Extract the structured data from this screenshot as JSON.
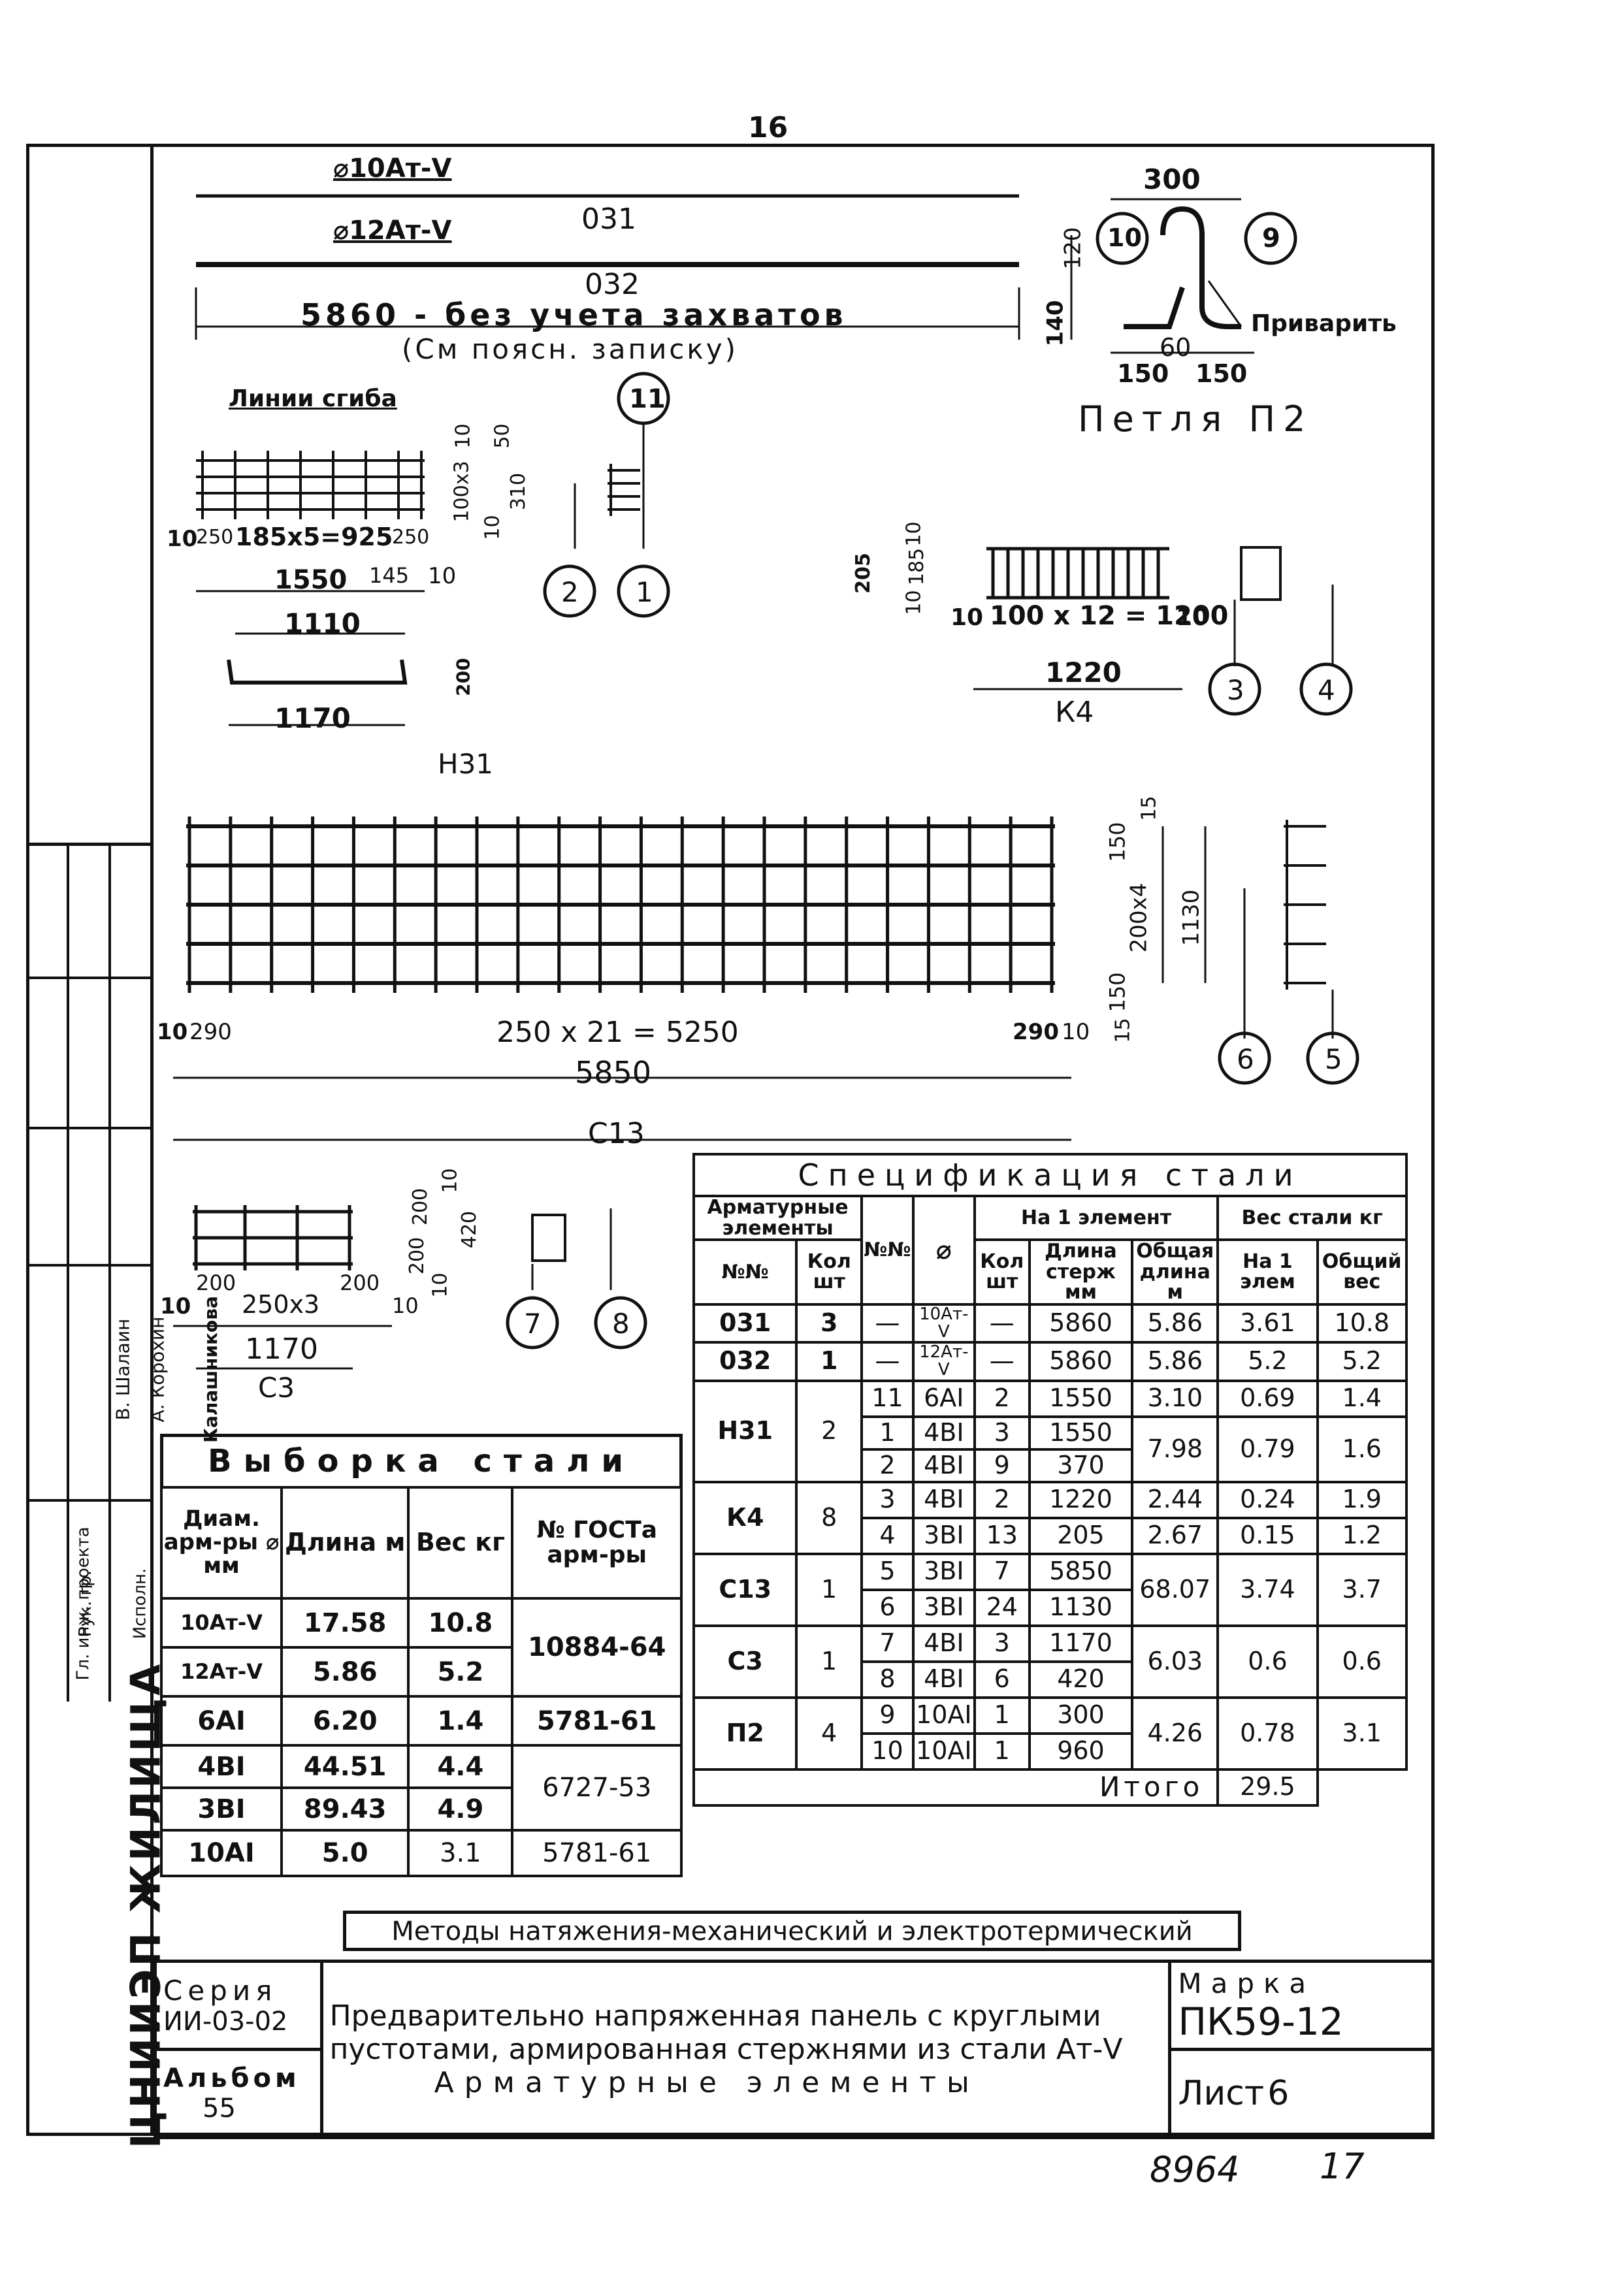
{
  "page_number": "16",
  "bar_031": {
    "diameter": "⌀10Aт-Ⅴ",
    "mark": "031"
  },
  "bar_032": {
    "diameter": "⌀12Aт-Ⅴ",
    "mark": "032",
    "length_note": "5860 - без учета захватов",
    "note_ref": "(См поясн. записку)"
  },
  "loop_p2": {
    "dims": {
      "top": "300",
      "h1": "120",
      "h2": "140",
      "bend": "60",
      "left": "150",
      "right": "150"
    },
    "pos_a": "10",
    "pos_b": "9",
    "weld_note": "Приварить",
    "title": "Петля П2"
  },
  "mesh_n31": {
    "bend_lines": "Линии сгиба",
    "spacing": "185x5=925",
    "edge_a": "10",
    "edge_b": "250",
    "edge_c": "250",
    "side_dims": [
      "10",
      "50",
      "100x3",
      "10",
      "310"
    ],
    "len_1550": "1550",
    "len_145": "145",
    "len_10": "10",
    "len_1110": "1110",
    "len_1170": "1170",
    "h_200": "200",
    "pos_11": "11",
    "pos_2": "2",
    "pos_1": "1",
    "mark": "Н31"
  },
  "cage_k4": {
    "side_dims": [
      "205",
      "10",
      "185",
      "10"
    ],
    "spacing": "100 x 12 = 1200",
    "edge_l": "10",
    "edge_r": "10",
    "len": "1220",
    "pos_3": "3",
    "pos_4": "4",
    "mark": "К4"
  },
  "mesh_s13": {
    "spacing": "250 x 21 = 5250",
    "edge_l": "10",
    "edge_l2": "290",
    "edge_r2": "290",
    "edge_r": "10",
    "len": "5850",
    "side_dims": [
      "15",
      "150",
      "200x4",
      "1130",
      "150",
      "15"
    ],
    "pos_6": "6",
    "pos_5": "5",
    "mark": "С13"
  },
  "mesh_s3": {
    "side_dims": [
      "10",
      "200",
      "200",
      "420",
      "10"
    ],
    "spacing": "250x3",
    "edge_l": "10",
    "edge_l2": "200",
    "edge_r2": "200",
    "edge_r": "10",
    "len": "1170",
    "pos_7": "7",
    "pos_8": "8",
    "mark": "С3"
  },
  "spec": {
    "title": "Спецификация стали",
    "hdr_elements": "Арматурные элементы",
    "hdr_nn": "№№",
    "hdr_phi": "⌀",
    "hdr_per_el": "На 1 элемент",
    "hdr_weight": "Вес стали кг",
    "hdr_mark": "№№",
    "hdr_qty": "Кол шт",
    "hdr_pos": "стерж",
    "hdr_mm": "мм",
    "hdr_qty2": "Кол шт",
    "hdr_len_rod": "Длина стерж мм",
    "hdr_len_total": "Общая длина м",
    "hdr_w_one": "На 1 элем",
    "hdr_w_total": "Общий вес",
    "rows": [
      {
        "mark": "031",
        "qty": "3",
        "pos": "—",
        "phi": "10Aт-Ⅴ",
        "n": "—",
        "len": "5860",
        "total": "5.86",
        "w1": "3.61",
        "wall": "10.8"
      },
      {
        "mark": "032",
        "qty": "1",
        "pos": "—",
        "phi": "12Aт-Ⅴ",
        "n": "—",
        "len": "5860",
        "total": "5.86",
        "w1": "5.2",
        "wall": "5.2"
      },
      {
        "mark": "Н31",
        "qty": "2",
        "pos": "11",
        "phi": "6AⅠ",
        "n": "2",
        "len": "1550",
        "total": "3.10",
        "w1": "0.69",
        "wall": "1.4"
      },
      {
        "mark": "",
        "qty": "",
        "pos": "1",
        "phi": "4BⅠ",
        "n": "3",
        "len": "1550",
        "total": "7.98",
        "w1": "0.79",
        "wall": "1.6"
      },
      {
        "mark": "",
        "qty": "",
        "pos": "2",
        "phi": "4BⅠ",
        "n": "9",
        "len": "370",
        "total": "",
        "w1": "",
        "wall": ""
      },
      {
        "mark": "К4",
        "qty": "8",
        "pos": "3",
        "phi": "4BⅠ",
        "n": "2",
        "len": "1220",
        "total": "2.44",
        "w1": "0.24",
        "wall": "1.9"
      },
      {
        "mark": "",
        "qty": "",
        "pos": "4",
        "phi": "3BⅠ",
        "n": "13",
        "len": "205",
        "total": "2.67",
        "w1": "0.15",
        "wall": "1.2"
      },
      {
        "mark": "С13",
        "qty": "1",
        "pos": "5",
        "phi": "3BⅠ",
        "n": "7",
        "len": "5850",
        "total": "68.07",
        "w1": "3.74",
        "wall": "3.7"
      },
      {
        "mark": "",
        "qty": "",
        "pos": "6",
        "phi": "3BⅠ",
        "n": "24",
        "len": "1130",
        "total": "",
        "w1": "",
        "wall": ""
      },
      {
        "mark": "С3",
        "qty": "1",
        "pos": "7",
        "phi": "4BⅠ",
        "n": "3",
        "len": "1170",
        "total": "6.03",
        "w1": "0.6",
        "wall": "0.6"
      },
      {
        "mark": "",
        "qty": "",
        "pos": "8",
        "phi": "4BⅠ",
        "n": "6",
        "len": "420",
        "total": "",
        "w1": "",
        "wall": ""
      },
      {
        "mark": "П2",
        "qty": "4",
        "pos": "9",
        "phi": "10AⅠ",
        "n": "1",
        "len": "300",
        "total": "4.26",
        "w1": "0.78",
        "wall": "3.1"
      },
      {
        "mark": "",
        "qty": "",
        "pos": "10",
        "phi": "10AⅠ",
        "n": "1",
        "len": "960",
        "total": "",
        "w1": "",
        "wall": ""
      }
    ],
    "total_label": "Итого",
    "total_value": "29.5"
  },
  "selection": {
    "title": "Выборка стали",
    "hdr_diam": "Диам. арм-ры ⌀ мм",
    "hdr_len": "Длина м",
    "hdr_weight": "Вес кг",
    "hdr_gost": "№ ГОСТа арм-ры",
    "rows": [
      {
        "d": "10Aт-Ⅴ",
        "len": "17.58",
        "w": "10.8",
        "gost": "10884-64"
      },
      {
        "d": "12Aт-Ⅴ",
        "len": "5.86",
        "w": "5.2",
        "gost": ""
      },
      {
        "d": "6AⅠ",
        "len": "6.20",
        "w": "1.4",
        "gost": "5781-61"
      },
      {
        "d": "4BⅠ",
        "len": "44.51",
        "w": "4.4",
        "gost": "6727-53"
      },
      {
        "d": "3BⅠ",
        "len": "89.43",
        "w": "4.9",
        "gost": ""
      },
      {
        "d": "10AⅠ",
        "len": "5.0",
        "w": "3.1",
        "gost": "5781-61"
      }
    ]
  },
  "methods_note": "Методы натяжения-механический и электротермический",
  "title_block": {
    "series_label": "Серия",
    "series_value": "ИИ-03-02",
    "album_label": "Альбом",
    "album_value": "55",
    "description_1": "Предварительно напряженная панель с круглыми",
    "description_2": "пустотами, армированная стержнями из стали Aт-Ⅴ",
    "description_3": "Арматурные элементы",
    "mark_label": "Марка",
    "mark_value": "ПК59-12",
    "sheet_label": "Лист",
    "sheet_value": "6"
  },
  "side_stamp": {
    "org": "ЦНИИЭП ЖИЛИЩА",
    "names": [
      "В. Шалаин",
      "А. Корохин",
      "Калашникова"
    ],
    "roles": [
      "Гл. инж. проекта",
      "Рук. гр.",
      "Исполн."
    ]
  },
  "bottom_note": {
    "inventory": "8964",
    "sheet": "17"
  }
}
